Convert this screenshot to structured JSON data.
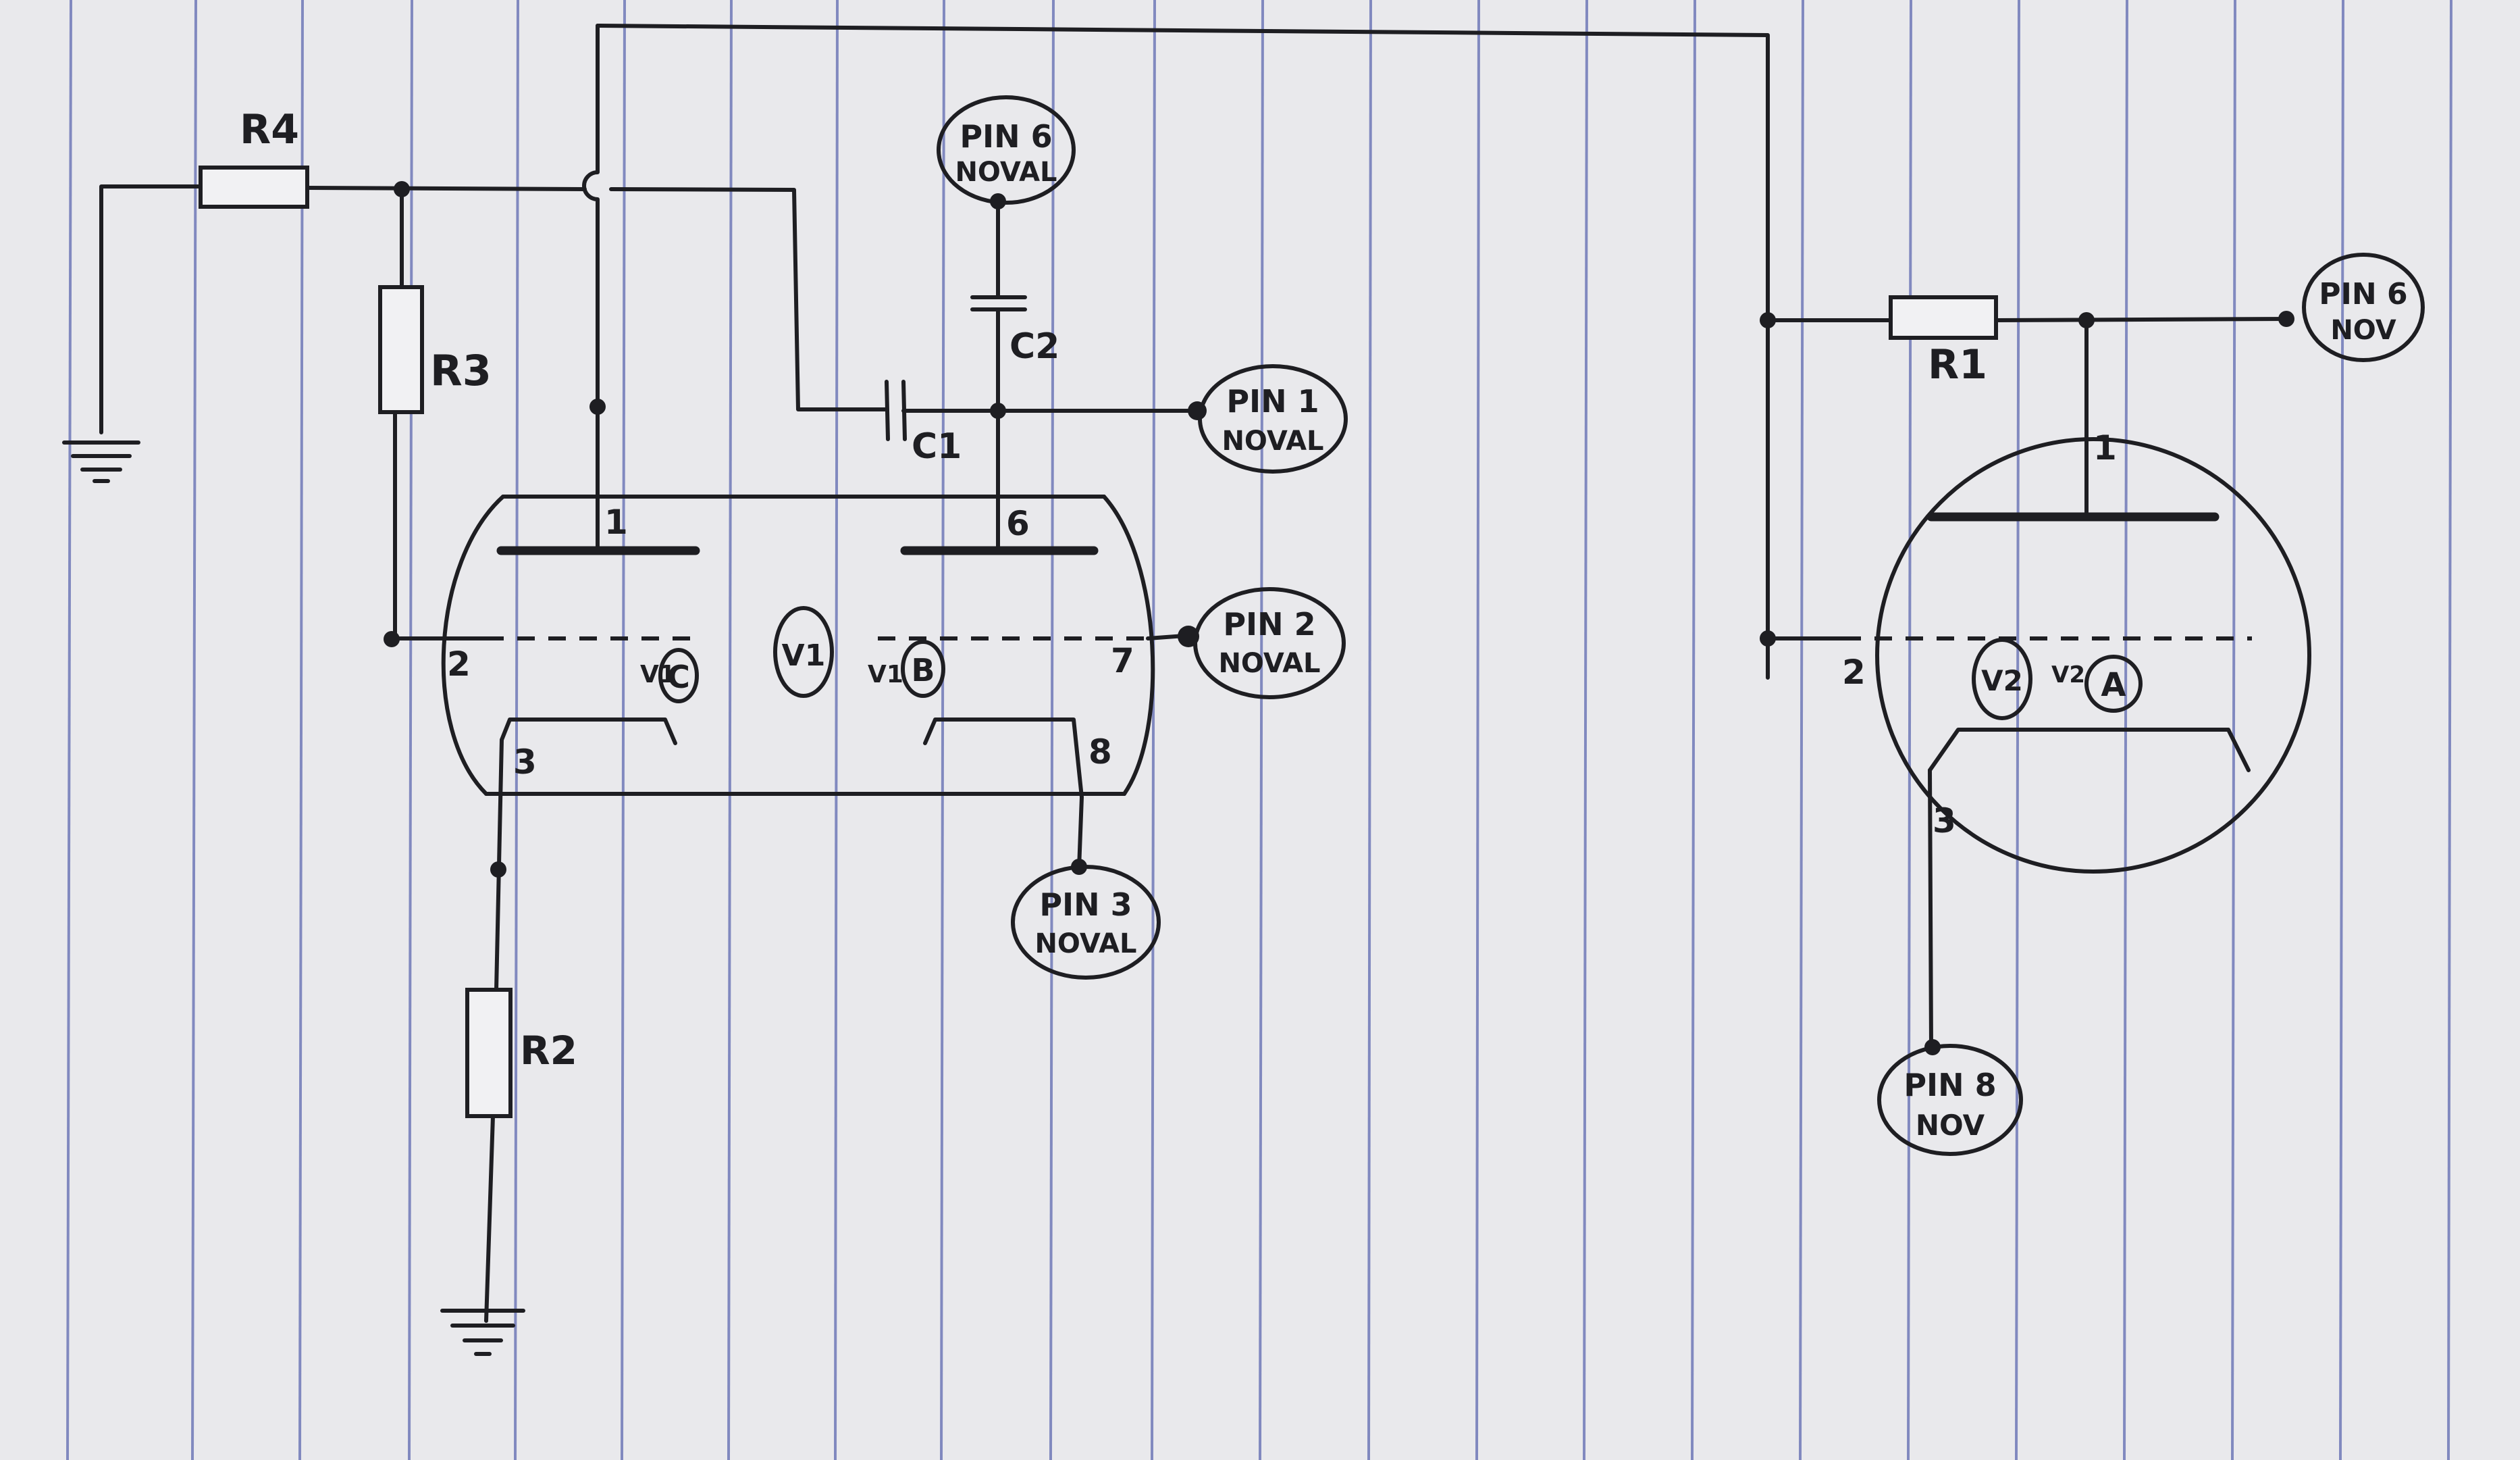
{
  "colors": {
    "paper": "#e9e9ec",
    "ink": "#1e1e22",
    "rule": "#6f79b8"
  },
  "components": {
    "r1": "R1",
    "r2": "R2",
    "r3": "R3",
    "r4": "R4",
    "c1": "C1",
    "c2": "C2"
  },
  "tubes": {
    "v1": {
      "label": "V1",
      "section_c": "C",
      "section_c_prefix": "V1",
      "section_b": "B",
      "section_b_prefix": "V1",
      "pins": {
        "plate_c": "1",
        "grid_c": "2",
        "cathode_c": "3",
        "plate_b": "6",
        "grid_b": "7",
        "cathode_b": "8"
      }
    },
    "v2": {
      "label": "V2",
      "section_a": "A",
      "section_a_prefix": "V2",
      "pins": {
        "plate": "1",
        "grid": "2",
        "cathode": "3"
      }
    }
  },
  "connectors": {
    "pin6_noval_top": {
      "line1": "PIN 6",
      "line2": "NOVAL"
    },
    "pin1_noval": {
      "line1": "PIN 1",
      "line2": "NOVAL"
    },
    "pin2_noval": {
      "line1": "PIN 2",
      "line2": "NOVAL"
    },
    "pin3_noval": {
      "line1": "PIN 3",
      "line2": "NOVAL"
    },
    "pin6_nov_right": {
      "line1": "PIN 6",
      "line2": "NOV"
    },
    "pin8_nov": {
      "line1": "PIN 8",
      "line2": "NOV"
    }
  },
  "grounds": [
    "ground-left",
    "ground-bottom"
  ]
}
